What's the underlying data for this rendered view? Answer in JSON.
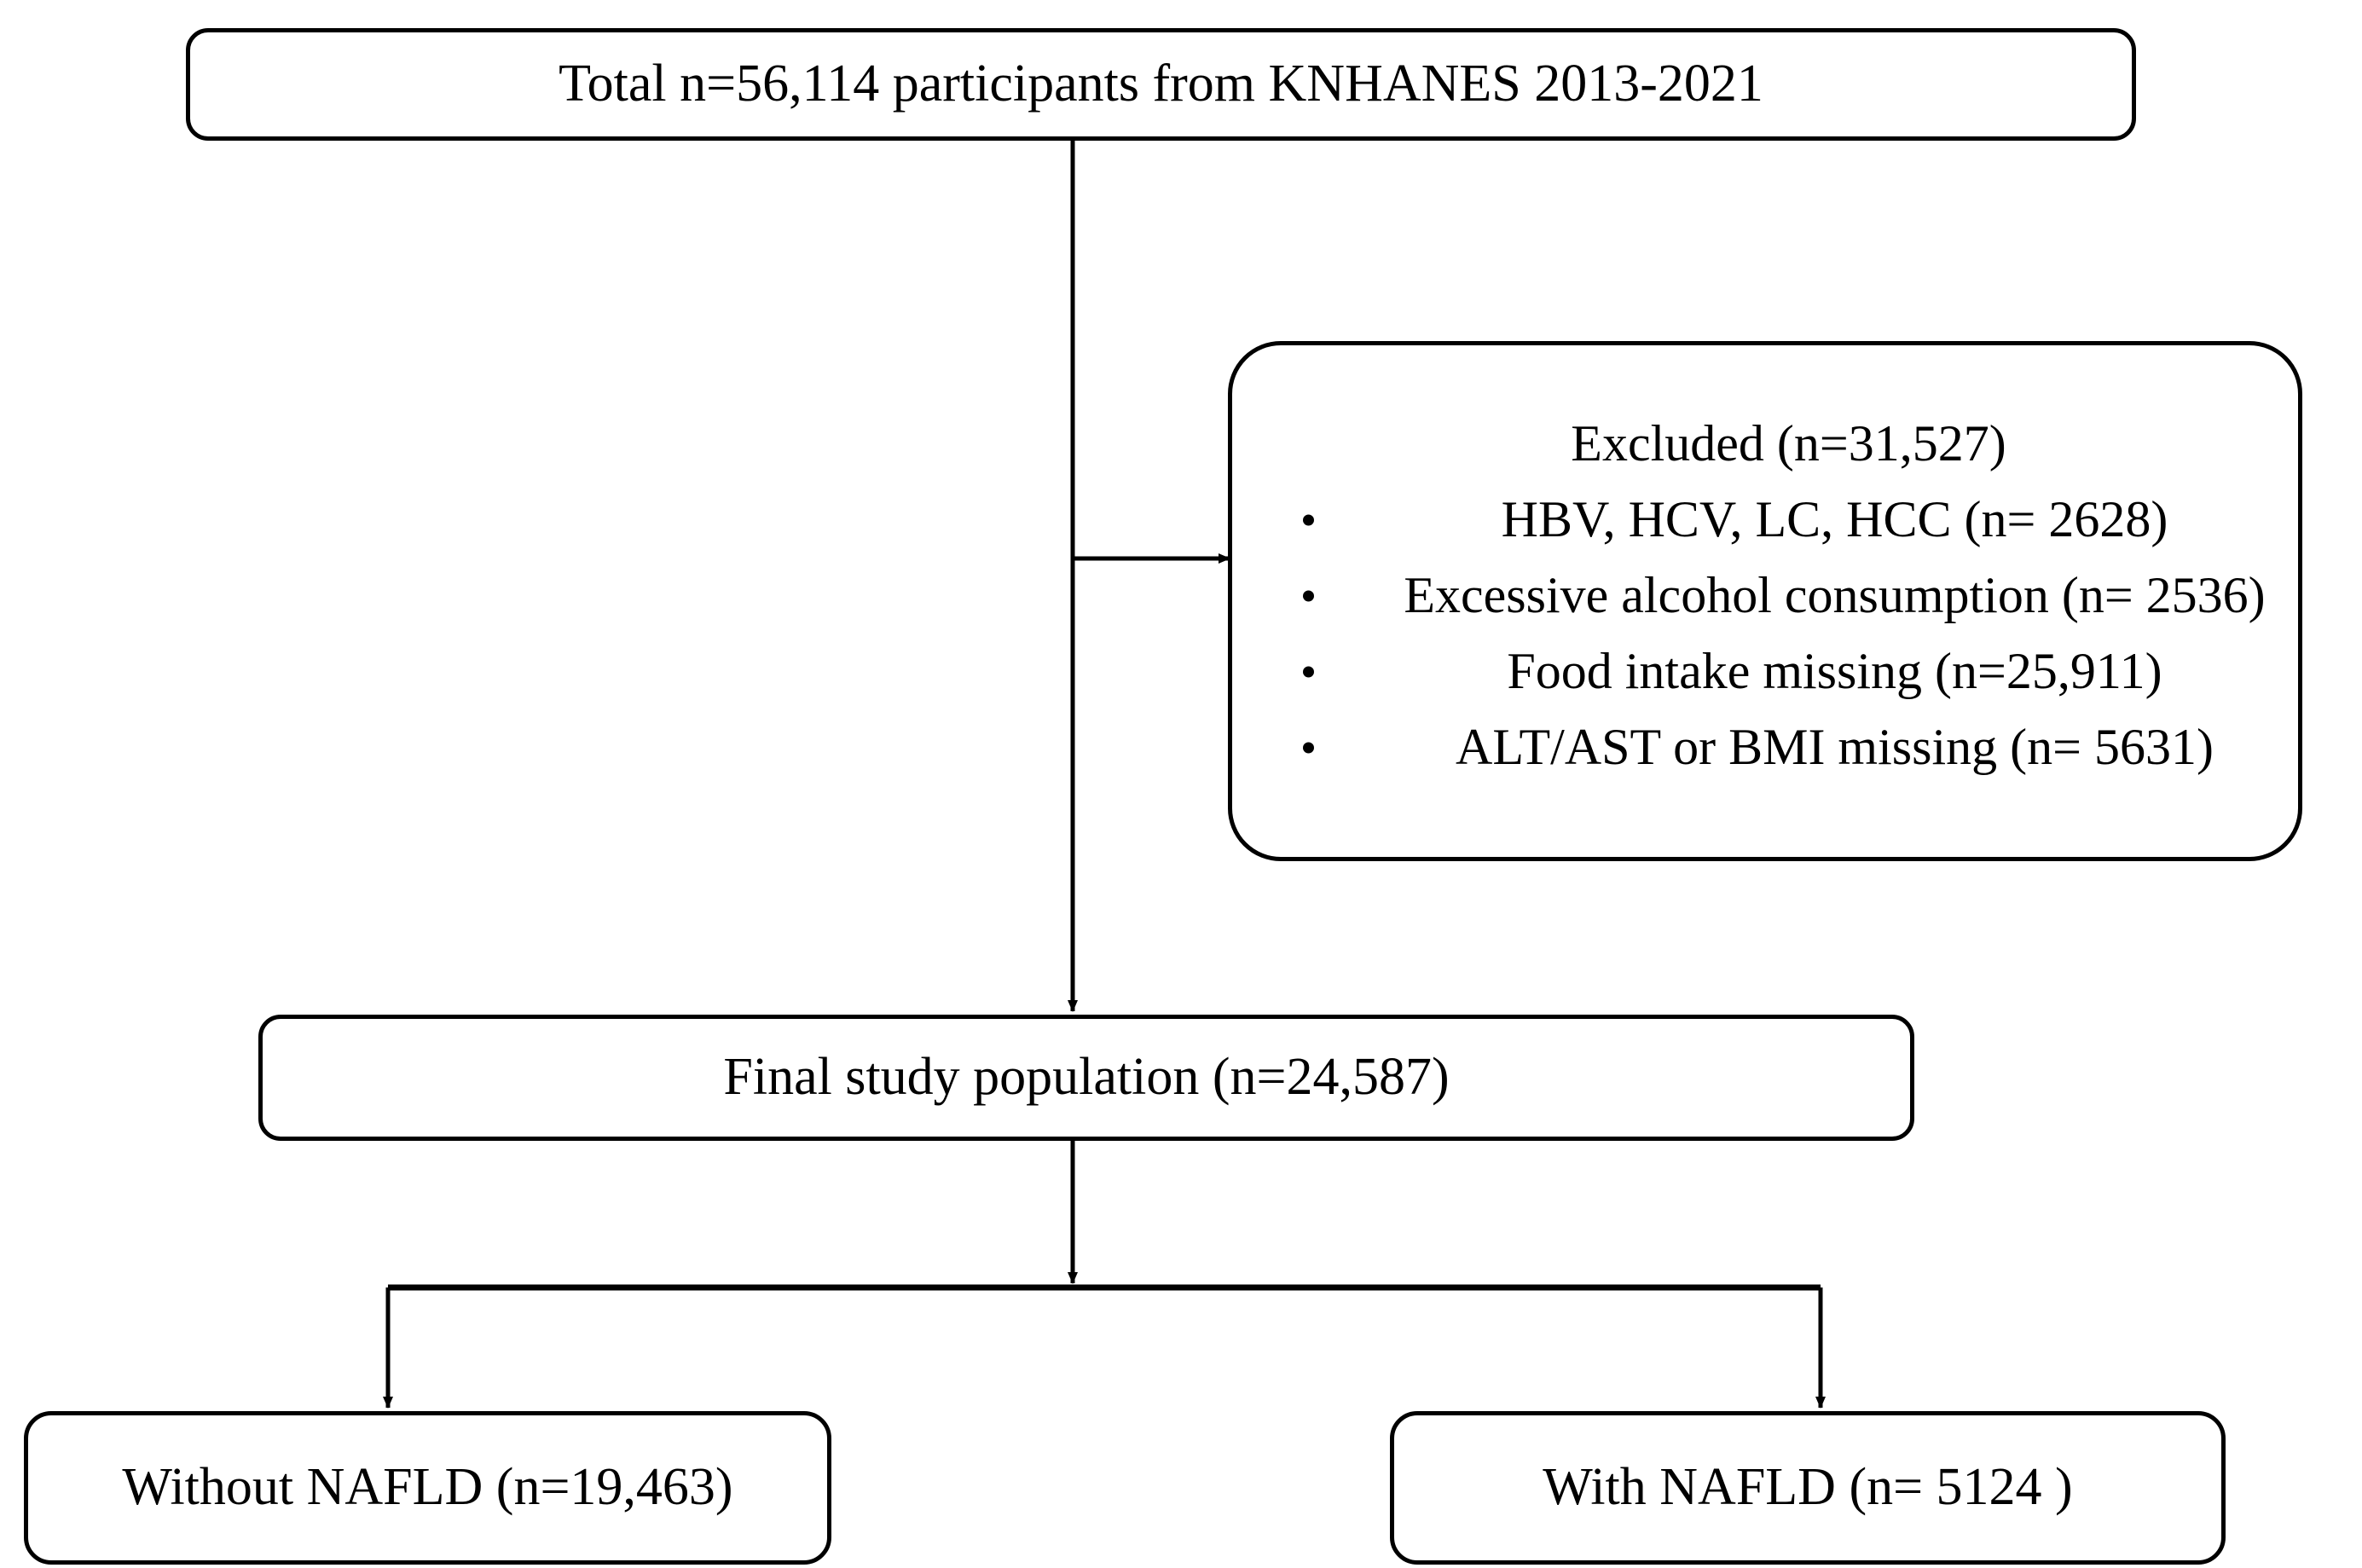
{
  "figure": {
    "type": "flowchart",
    "orientation": "top-to-bottom",
    "background_color": "#ffffff",
    "line_color": "#000000"
  },
  "nodes": {
    "total": {
      "label": "Total n=56,114 participants from KNHANES 2013-2021",
      "n": 56114
    },
    "excluded": {
      "title": "Excluded (n=31,527)",
      "n": 31527,
      "items": [
        {
          "label": "HBV, HCV, LC, HCC (n= 2628)",
          "n": 2628
        },
        {
          "label": "Excessive alcohol consumption (n= 2536)",
          "n": 2536
        },
        {
          "label": "Food intake missing (n=25,911)",
          "n": 25911
        },
        {
          "label": "ALT/AST or BMI missing (n= 5631)",
          "n": 5631
        }
      ]
    },
    "final": {
      "label": "Final study population (n=24,587)",
      "n": 24587
    },
    "without_nafld": {
      "label": "Without NAFLD (n=19,463)",
      "n": 19463
    },
    "with_nafld": {
      "label": "With NAFLD (n= 5124 )",
      "n": 5124
    }
  },
  "edges": [
    {
      "from": "total",
      "to": "final",
      "style": "arrow-down"
    },
    {
      "from": "total",
      "to": "excluded",
      "style": "arrow-right"
    },
    {
      "from": "final",
      "to": "without_nafld",
      "style": "split-arrow-down-left"
    },
    {
      "from": "final",
      "to": "with_nafld",
      "style": "split-arrow-down-right"
    }
  ]
}
